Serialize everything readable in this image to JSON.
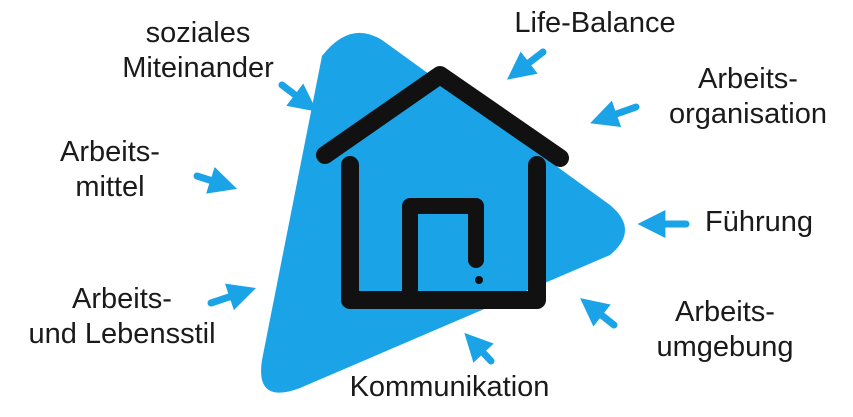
{
  "diagram": {
    "accent_color": "#1aa3e6",
    "house_color": "#111111",
    "labels": {
      "soziales_miteinander": [
        "soziales",
        "Miteinander"
      ],
      "life_balance": [
        "Life-Balance"
      ],
      "arbeitsorganisation": [
        "Arbeits-",
        "organisation"
      ],
      "arbeitsmittel": [
        "Arbeits-",
        "mittel"
      ],
      "fuehrung": [
        "Führung"
      ],
      "arbeits_und_lebensstil": [
        "Arbeits-",
        "und Lebensstil"
      ],
      "arbeitsumgebung": [
        "Arbeits-",
        "umgebung"
      ],
      "kommunikation": [
        "Kommunikation"
      ]
    }
  }
}
